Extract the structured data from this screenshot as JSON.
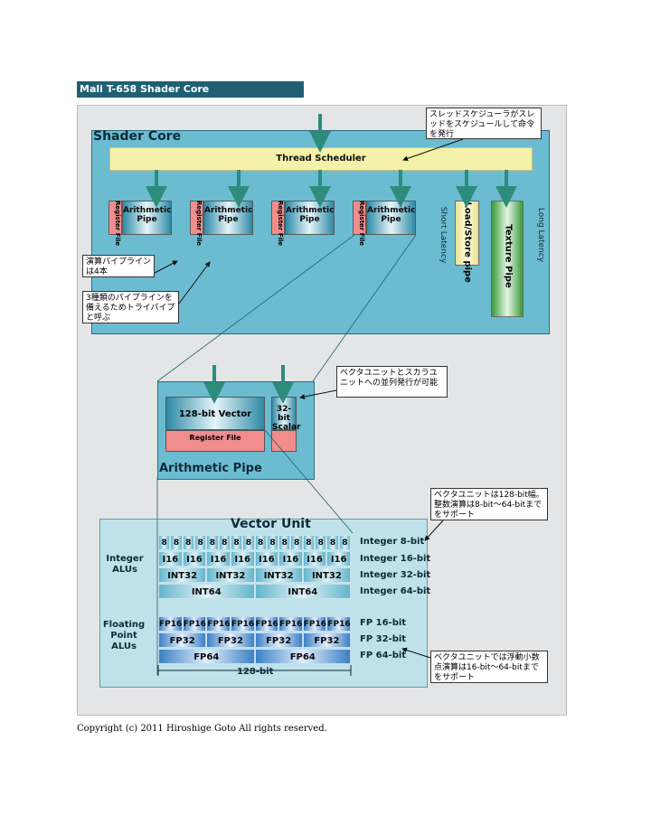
{
  "page_title": "Mali T-658 Shader Core",
  "shader_core": {
    "label": "Shader Core",
    "scheduler": "Thread Scheduler",
    "register_file": "Register File",
    "arith_pipe": "Arithmetic Pipe",
    "load_store": "Load/Store pipe",
    "texture": "Texture Pipe",
    "short_latency": "Short Latency",
    "long_latency": "Long Latency"
  },
  "notes": {
    "scheduler": "スレッドスケジューラがスレッドをスケジュールして命令を発行",
    "pipes4": "演算パイプラインは4本",
    "tripipe": "3種類のパイプラインを備えるためトライパイプと呼ぶ",
    "parallel": "ベクタユニットとスカラユニットへの並列発行が可能",
    "integer": "ベクタユニットは128-bit幅。整数演算は8-bit～64-bitまでをサポート",
    "float": "ベクタユニットでは浮動小数点演算は16-bit～64-bitまでをサポート"
  },
  "arith_detail": {
    "label": "Arithmetic Pipe",
    "vector": "128-bit Vector",
    "register_file": "Register File",
    "scalar": "32-bit Scalar"
  },
  "vector_unit": {
    "label": "Vector Unit",
    "integer_label": "Integer ALUs",
    "float_label": "Floating Point ALUs",
    "int8": "8",
    "i16": "I16",
    "int32": "INT32",
    "int64": "INT64",
    "fp16": "FP16",
    "fp32": "FP32",
    "fp64": "FP64",
    "width": "128-bit",
    "rows": [
      "Integer 8-bit",
      "Integer 16-bit",
      "Integer 32-bit",
      "Integer 64-bit",
      "FP 16-bit",
      "FP 32-bit",
      "FP 64-bit"
    ]
  },
  "copyright": "Copyright (c) 2011 Hiroshige Goto All rights reserved."
}
